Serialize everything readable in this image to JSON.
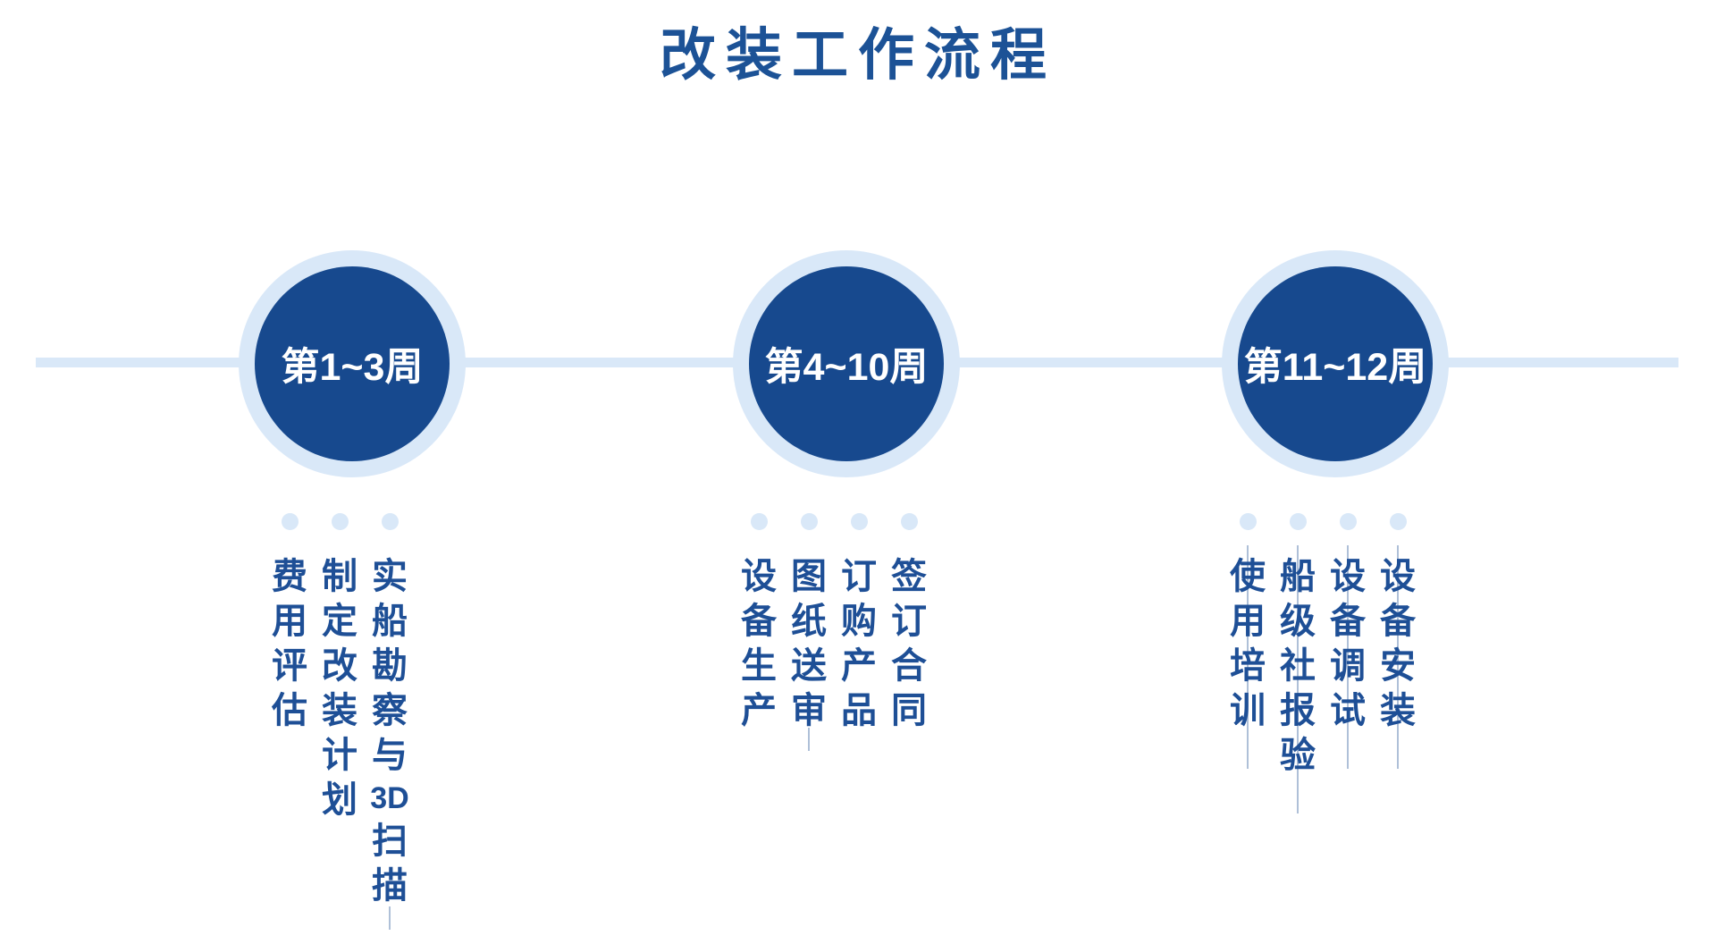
{
  "title": "改装工作流程",
  "colors": {
    "title_blue": "#1C5296",
    "circle_blue": "#17498E",
    "text_blue": "#1E4F96",
    "light_blue": "#D9E8F8",
    "guide_line": "#AFC0D8",
    "week_text": "#FFFFFF",
    "background": "#FFFFFF"
  },
  "vertical_text_reading_order": "right-to-left",
  "stages": [
    {
      "week": "第1~3周",
      "items": [
        {
          "text": "实船勘察与3D扫描",
          "guide": "tick"
        },
        {
          "text": "制定改装计划",
          "guide": "none"
        },
        {
          "text": "费用评估",
          "guide": "none"
        }
      ]
    },
    {
      "week": "第4~10周",
      "items": [
        {
          "text": "签订合同",
          "guide": "none"
        },
        {
          "text": "订购产品",
          "guide": "none"
        },
        {
          "text": "图纸送审",
          "guide": "tick"
        },
        {
          "text": "设备生产",
          "guide": "none"
        }
      ]
    },
    {
      "week": "第11~12周",
      "items": [
        {
          "text": "设备安装",
          "guide": "full"
        },
        {
          "text": "设备调试",
          "guide": "full"
        },
        {
          "text": "船级社报验",
          "guide": "full"
        },
        {
          "text": "使用培训",
          "guide": "full"
        }
      ]
    }
  ]
}
